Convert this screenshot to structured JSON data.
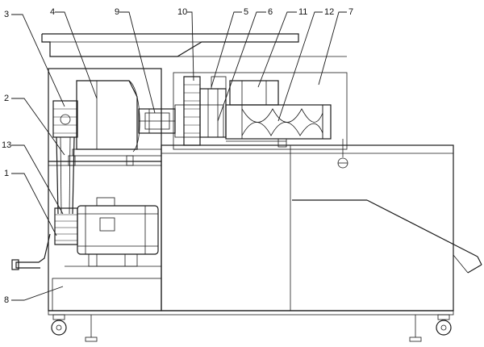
{
  "callouts": [
    {
      "id": "1",
      "text": "1"
    },
    {
      "id": "2",
      "text": "2"
    },
    {
      "id": "3",
      "text": "3"
    },
    {
      "id": "4",
      "text": "4"
    },
    {
      "id": "5",
      "text": "5"
    },
    {
      "id": "6",
      "text": "6"
    },
    {
      "id": "7",
      "text": "7"
    },
    {
      "id": "8",
      "text": "8"
    },
    {
      "id": "9",
      "text": "9"
    },
    {
      "id": "10",
      "text": "10"
    },
    {
      "id": "11",
      "text": "11"
    },
    {
      "id": "12",
      "text": "12"
    },
    {
      "id": "13",
      "text": "13"
    }
  ],
  "colors": {
    "line": "#1a1a1a",
    "background": "#ffffff"
  }
}
